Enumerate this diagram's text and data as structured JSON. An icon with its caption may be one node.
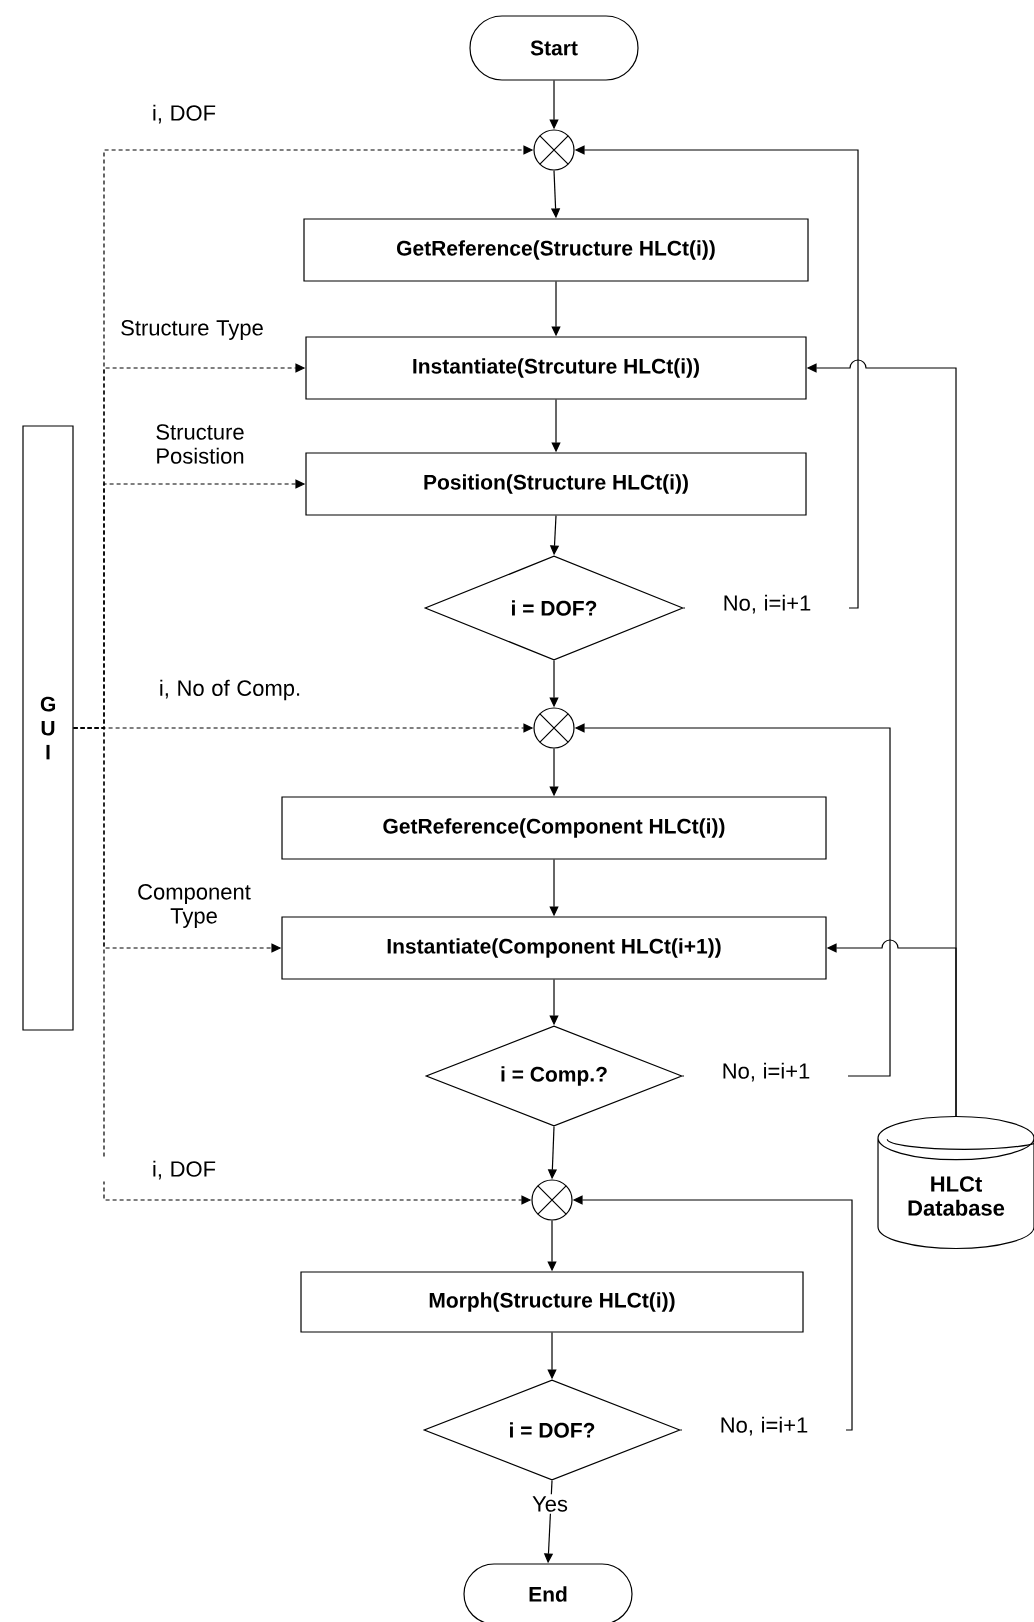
{
  "diagram": {
    "nodes": [
      {
        "text": [
          "Start"
        ]
      },
      {
        "text": [],
        "shape": "circle"
      },
      {
        "text": [
          "GetReference(Structure HLCt(i))"
        ]
      },
      {
        "text": [
          "Instantiate(Strcuture HLCt(i))"
        ]
      },
      {
        "text": [
          "Position(Structure HLCt(i))"
        ]
      },
      {
        "text": [
          "i = DOF?"
        ]
      },
      {
        "text": [],
        "shape": "circle"
      },
      {
        "text": [
          "GetReference(Component HLCt(i))"
        ]
      },
      {
        "text": [
          "Instantiate(Component HLCt(i+1))"
        ]
      },
      {
        "text": [
          "i = Comp.?"
        ]
      },
      {
        "text": [],
        "shape": "circle"
      },
      {
        "text": [
          "Morph(Structure HLCt(i))"
        ]
      },
      {
        "text": [
          "i = DOF?"
        ]
      },
      {
        "text": [
          "End"
        ]
      },
      {
        "text": [
          "G U I"
        ]
      },
      {
        "text": [
          "HLCt Database"
        ]
      }
    ],
    "edges": [
      {
        "from": 0,
        "to": 1,
        "arrow": "to"
      },
      {
        "from": 1,
        "to": 2,
        "arrow": "to"
      },
      {
        "from": 2,
        "to": 3,
        "arrow": "to"
      },
      {
        "from": 3,
        "to": 4,
        "arrow": "to"
      },
      {
        "from": 4,
        "to": 5,
        "arrow": "to"
      },
      {
        "from": 5,
        "to": 6,
        "arrow": "to"
      },
      {
        "from": 6,
        "to": 7,
        "arrow": "to"
      },
      {
        "from": 7,
        "to": 8,
        "arrow": "to"
      },
      {
        "from": 8,
        "to": 9,
        "arrow": "to"
      },
      {
        "from": 9,
        "to": 10,
        "arrow": "to"
      },
      {
        "from": 10,
        "to": 11,
        "arrow": "to"
      },
      {
        "from": 11,
        "to": 12,
        "arrow": "to"
      },
      {
        "from": 12,
        "to": 13,
        "label": "Yes",
        "arrow": "to"
      },
      {
        "from": 5,
        "to": 1,
        "label": "No, i=i+1",
        "arrow": "to"
      },
      {
        "from": 9,
        "to": 6,
        "label": "No, i=i+1",
        "arrow": "to"
      },
      {
        "from": 12,
        "to": 10,
        "label": "No, i=i+1",
        "arrow": "to"
      },
      {
        "from": 15,
        "to": 3,
        "arrow": "to"
      },
      {
        "from": 15,
        "to": 8,
        "arrow": "to"
      },
      {
        "from": 14,
        "to": 1,
        "label": "i, DOF",
        "arrow": "to",
        "style": "dashed"
      },
      {
        "from": 14,
        "to": 3,
        "label": "Structure Type",
        "arrow": "to",
        "style": "dashed"
      },
      {
        "from": 14,
        "to": 4,
        "label": "Structure Posistion",
        "arrow": "to",
        "style": "dashed"
      },
      {
        "from": 14,
        "to": 6,
        "label": "i, No of Comp.",
        "arrow": "to",
        "style": "dashed"
      },
      {
        "from": 14,
        "to": 8,
        "label": "Component Type",
        "arrow": "to",
        "style": "dashed"
      },
      {
        "from": 14,
        "to": 10,
        "label": "i, DOF",
        "arrow": "to",
        "style": "dashed"
      }
    ]
  }
}
